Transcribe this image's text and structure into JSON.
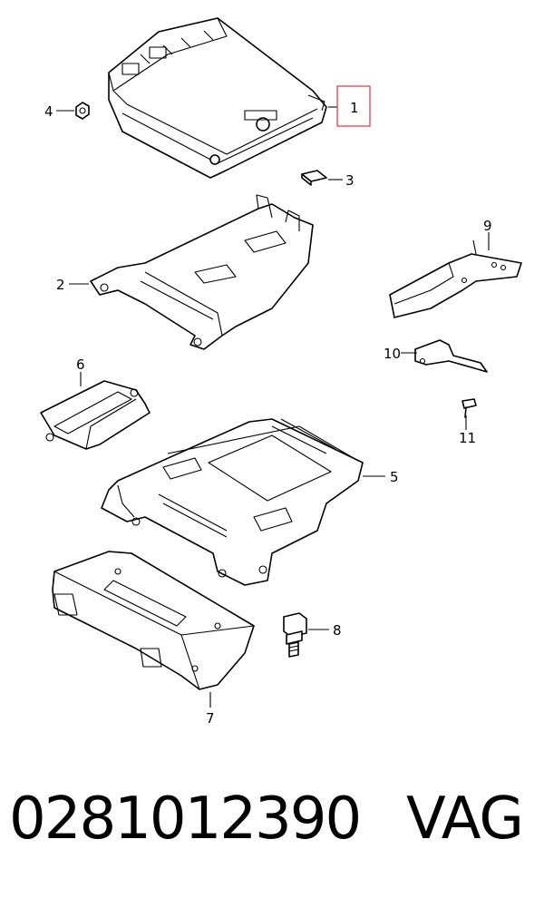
{
  "callouts": {
    "c1": "1",
    "c2": "2",
    "c3": "3",
    "c4": "4",
    "c5": "5",
    "c6": "6",
    "c7": "7",
    "c8": "8",
    "c9": "9",
    "c10": "10",
    "c11": "11"
  },
  "highlight_color": "#d9363e",
  "footer": {
    "part_number": "0281012390",
    "brand": "VAG"
  }
}
